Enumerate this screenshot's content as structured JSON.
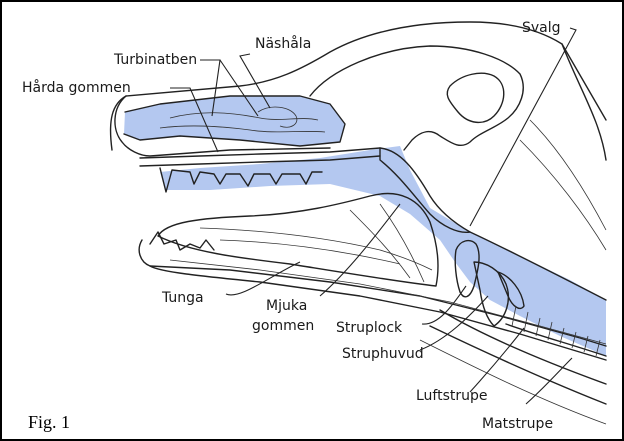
{
  "figure_label": "Fig. 1",
  "colors": {
    "airway": "#b4c8f0",
    "outline": "#222222",
    "background": "#ffffff"
  },
  "labels": {
    "nasal_cavity": "Näshåla",
    "turbinates": "Turbinatben",
    "hard_palate": "Hårda gommen",
    "pharynx": "Svalg",
    "tongue": "Tunga",
    "soft_palate_line1": "Mjuka",
    "soft_palate_line2": "gommen",
    "epiglottis": "Struplock",
    "larynx": "Struphuvud",
    "trachea": "Luftstrupe",
    "esophagus": "Matstrupe"
  }
}
